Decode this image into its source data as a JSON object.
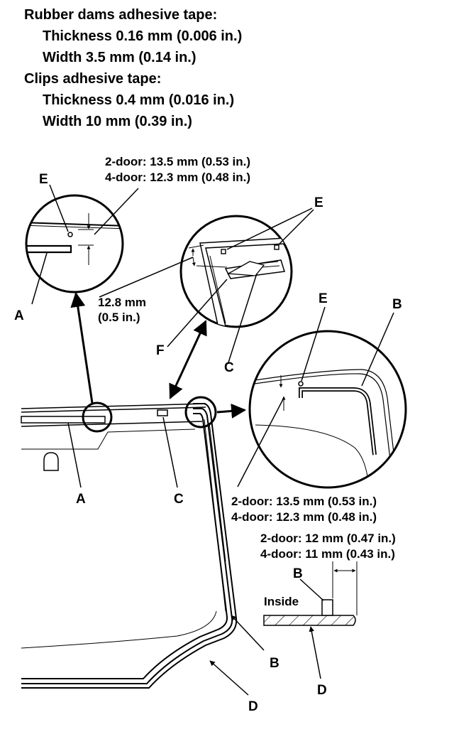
{
  "specs": {
    "rubber_heading": "Rubber dams adhesive tape:",
    "rubber_thickness": "Thickness 0.16 mm (0.006 in.)",
    "rubber_width": "Width 3.5 mm (0.14 in.)",
    "clips_heading": "Clips adhesive tape:",
    "clips_thickness": "Thickness 0.4 mm (0.016 in.)",
    "clips_width": "Width 10 mm (0.39 in.)"
  },
  "callouts": {
    "top_two_door": "2-door: 13.5 mm (0.53 in.)",
    "top_four_door": "4-door: 12.3 mm (0.48 in.)",
    "clip_dim_mm": "12.8 mm",
    "clip_dim_in": "(0.5 in.)",
    "mid_two_door": "2-door: 13.5 mm (0.53 in.)",
    "mid_four_door": "4-door: 12.3 mm (0.48 in.)",
    "edge_two_door": "2-door: 12 mm (0.47 in.)",
    "edge_four_door": "4-door: 11 mm (0.43 in.)",
    "inside": "Inside"
  },
  "labels": {
    "a": "A",
    "b": "B",
    "c": "C",
    "d": "D",
    "e": "E",
    "f": "F"
  }
}
